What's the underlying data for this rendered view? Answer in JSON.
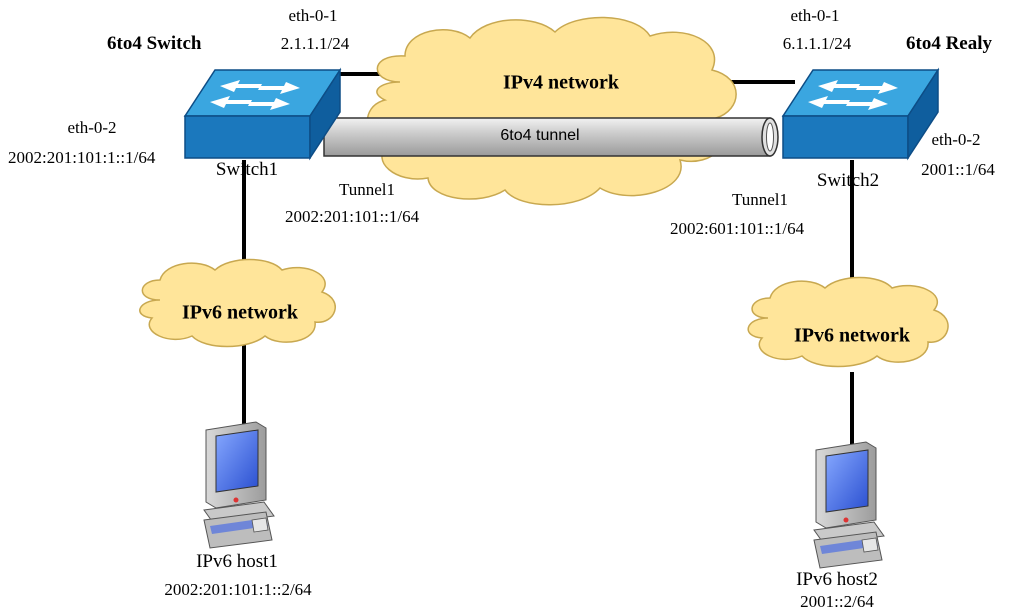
{
  "left": {
    "role_title": "6to4 Switch",
    "switch_name": "Switch1",
    "eth01_label": "eth-0-1",
    "eth01_ip": "2.1.1.1/24",
    "eth02_label": "eth-0-2",
    "eth02_ip": "2002:201:101:1::1/64",
    "tunnel_label": "Tunnel1",
    "tunnel_ip": "2002:201:101::1/64",
    "ipv6_cloud": "IPv6 network",
    "host_name": "IPv6 host1",
    "host_ip": "2002:201:101:1::2/64"
  },
  "right": {
    "role_title": "6to4 Realy",
    "switch_name": "Switch2",
    "eth01_label": "eth-0-1",
    "eth01_ip": "6.1.1.1/24",
    "eth02_label": "eth-0-2",
    "eth02_ip": "2001::1/64",
    "tunnel_label": "Tunnel1",
    "tunnel_ip": "2002:601:101::1/64",
    "ipv6_cloud": "IPv6 network",
    "host_name": "IPv6 host2",
    "host_ip": "2001::2/64"
  },
  "core": {
    "ipv4_cloud": "IPv4 network",
    "tunnel_name": "6to4 tunnel"
  },
  "colors": {
    "cloud_fill": "#FFE59A",
    "cloud_stroke": "#C8A850",
    "switch_top": "#2A9BD8",
    "switch_side": "#1570B5",
    "tunnel_fill": "#C8C8C8",
    "line": "#000000"
  },
  "icons": {
    "switch": "network-switch-icon",
    "host": "desktop-computer-icon",
    "cloud": "cloud-icon"
  }
}
